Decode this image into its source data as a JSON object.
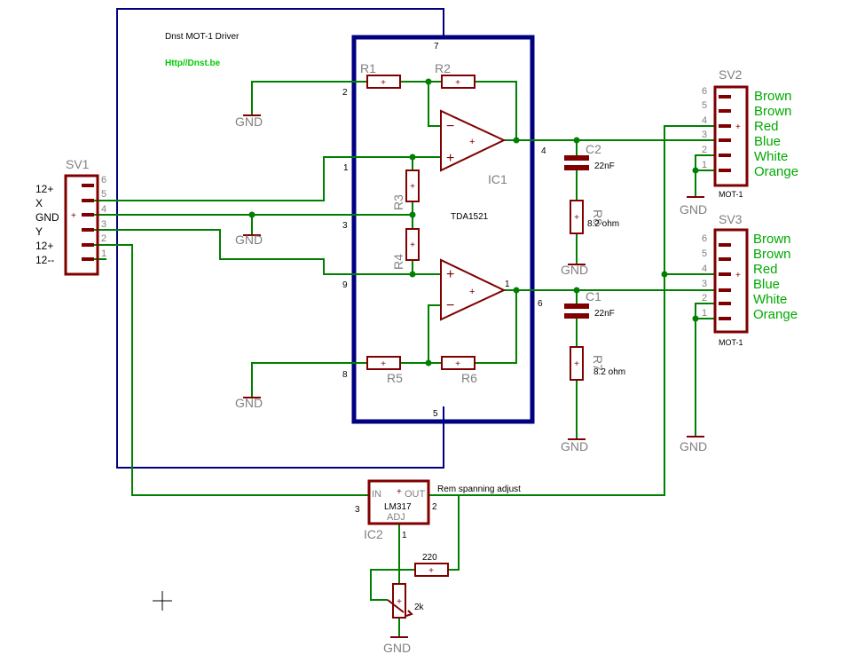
{
  "title": "Dnst MOT-1 Driver",
  "url": "Http//Dnst.be",
  "colors": {
    "wire": "#008000",
    "part": "#800000",
    "frame": "#000080",
    "text": "#000000",
    "label_gray": "#808080",
    "green_text": "#00aa00",
    "url_green": "#00cc00"
  },
  "ic1": {
    "name": "IC1",
    "type": "TDA1521",
    "pins": {
      "p7": "7",
      "p5": "5",
      "p2": "2",
      "p1in": "1",
      "p3": "3",
      "p9": "9",
      "p8": "8",
      "p4": "4",
      "p1out": "1",
      "p6": "6"
    }
  },
  "resistors": {
    "r1": "R1",
    "r2": "R2",
    "r3": "R3",
    "r4": "R4",
    "r5": "R5",
    "r6": "R6",
    "r7": "R7",
    "r7_value": "8.2 ohm",
    "r8": "R8",
    "r8_value": "8.2 ohm",
    "r_adj_value": "220",
    "pot_value": "2k"
  },
  "capacitors": {
    "c1": "C1",
    "c1_value": "22nF",
    "c2": "C2",
    "c2_value": "22nF"
  },
  "gnd_label": "GND",
  "sv1": {
    "name": "SV1",
    "pin_numbers": [
      "6",
      "5",
      "4",
      "3",
      "2",
      "1"
    ],
    "signals": [
      "12+",
      "X",
      "GND",
      "Y",
      "12+",
      "12--"
    ]
  },
  "sv2": {
    "name": "SV2",
    "pin_numbers": [
      "6",
      "5",
      "4",
      "3",
      "2",
      "1"
    ],
    "wire_colors": [
      "Brown",
      "Brown",
      "Red",
      "Blue",
      "White",
      "Orange"
    ],
    "part": "MOT-1"
  },
  "sv3": {
    "name": "SV3",
    "pin_numbers": [
      "6",
      "5",
      "4",
      "3",
      "2",
      "1"
    ],
    "wire_colors": [
      "Brown",
      "Brown",
      "Red",
      "Blue",
      "White",
      "Orange"
    ],
    "part": "MOT-1"
  },
  "ic2": {
    "name": "IC2",
    "type": "LM317",
    "in_label": "IN",
    "out_label": "OUT",
    "adj_label": "ADJ",
    "pin_in": "3",
    "pin_out": "2",
    "pin_adj": "1"
  },
  "adjust_note": "Rem spanning adjust"
}
